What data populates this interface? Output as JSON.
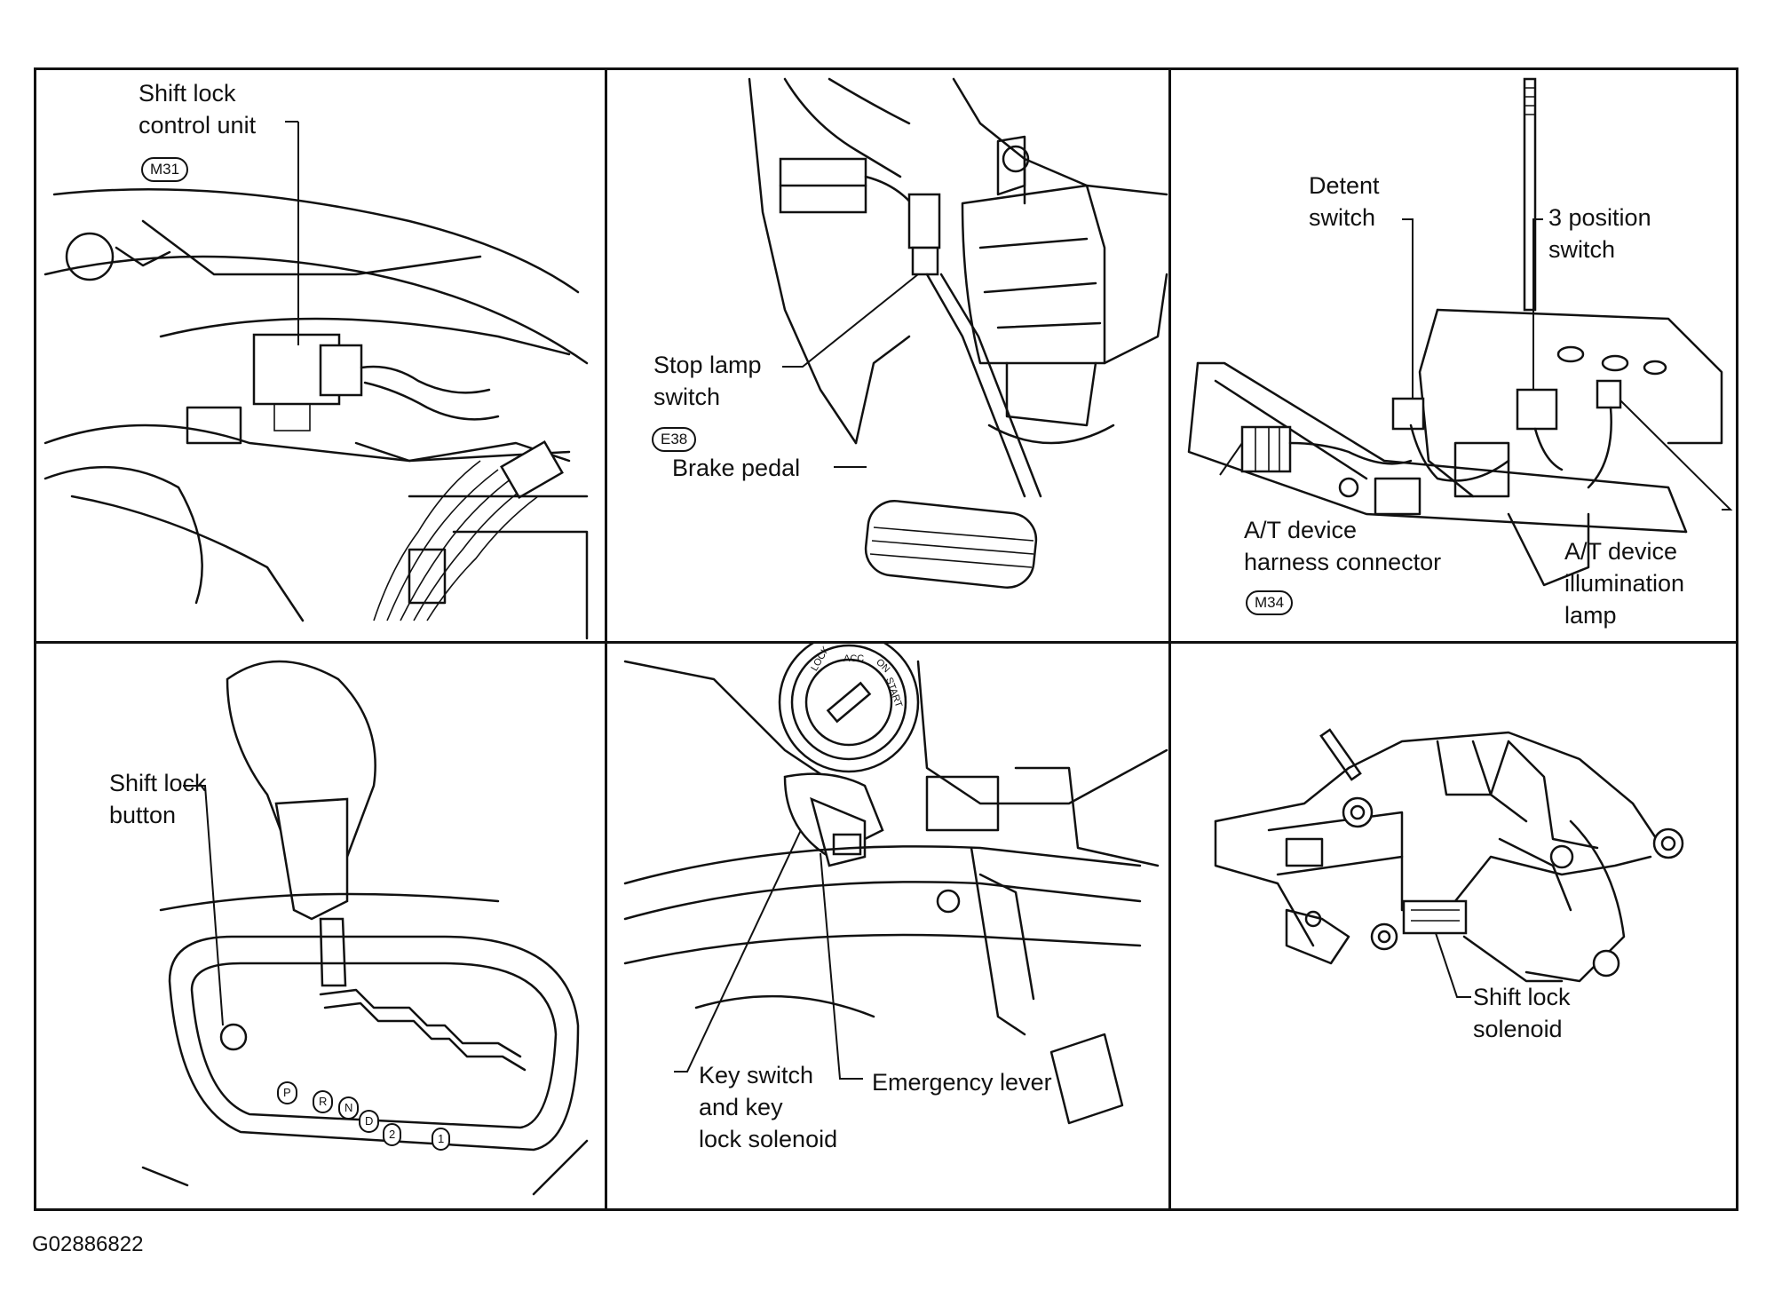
{
  "figure_id": "G02886822",
  "panels": {
    "shift_lock_control_unit": {
      "label_line1": "Shift lock",
      "label_line2": "control unit",
      "connector": "M31"
    },
    "stop_lamp_switch": {
      "label_line1": "Stop lamp",
      "label_line2": "switch",
      "connector": "E38",
      "brake_pedal": "Brake pedal"
    },
    "at_device": {
      "detent_line1": "Detent",
      "detent_line2": "switch",
      "three_pos_line1": "3 position",
      "three_pos_line2": "switch",
      "harness_line1": "A/T device",
      "harness_line2": "harness connector",
      "harness_connector": "M34",
      "lamp_line1": "A/T device",
      "lamp_line2": "illumination",
      "lamp_line3": "lamp"
    },
    "shift_lock_button": {
      "label_line1": "Shift lock",
      "label_line2": "button",
      "gear_positions": [
        "P",
        "R",
        "N",
        "D",
        "2",
        "1"
      ]
    },
    "key_switch": {
      "label_line1": "Key switch",
      "label_line2": "and key",
      "label_line3": "lock solenoid",
      "emergency_lever": "Emergency lever",
      "ignition_positions": [
        "LOCK",
        "ACC",
        "ON",
        "START"
      ]
    },
    "shift_lock_solenoid": {
      "label_line1": "Shift lock",
      "label_line2": "solenoid"
    }
  }
}
